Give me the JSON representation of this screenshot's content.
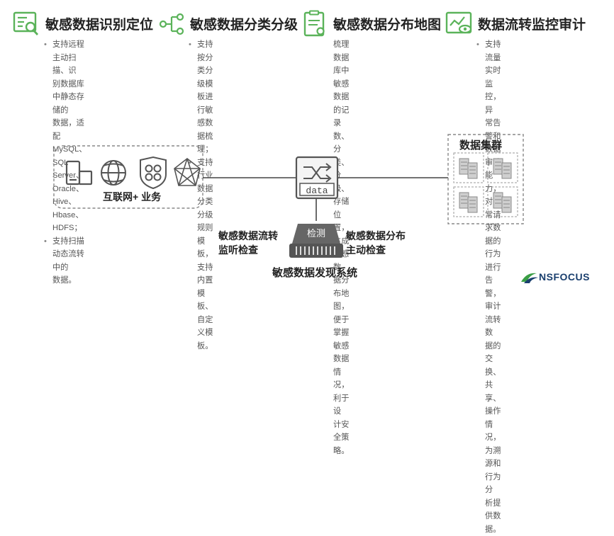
{
  "features": [
    {
      "icon": "sensitive-data-scan-icon",
      "title": "敏感数据识别定位",
      "bullets": [
        "支持远程主动扫描、识\n别数据库中静态存储的\n数据，适配MySQL、\nSQL Server、Oracle、\nHive、Hbase、HDFS；",
        "支持扫描动态流转中的\n数据。"
      ]
    },
    {
      "icon": "classification-tree-icon",
      "title": "敏感数据分类分级",
      "bullets": [
        "支持按分类分级模板进\n行敏感数据梳理；",
        "支持行业数据分类分级\n规则模板，支持内置模\n板、自定义模板。"
      ]
    },
    {
      "icon": "distribution-map-icon",
      "title": "敏感数据分布地图",
      "description": "梳理数据库中敏感数据\n的记录数、分类、分级、\n存储位置，生成敏感数\n据分布地图，便于掌握\n敏感数据情况，利于设\n计安全策略。"
    },
    {
      "icon": "flow-monitor-icon",
      "title": "数据流转监控审计",
      "bullets": [
        "支持流量实时监控，异\n常告警和数据审计能力，\n对异常请求数据的行为\n进行告警，审计流转数\n据的交换、共享、操作\n情况，为溯源和行为分\n析提供数据。"
      ]
    }
  ],
  "diagram": {
    "internet_label": "互联网+ 业务",
    "switch_label": "data",
    "cluster_label": "数据集群",
    "detect_label": "检测",
    "left_label": "敏感数据流转\n监听检查",
    "right_label": "敏感数据分布\n主动检查",
    "system_label": "敏感数据发现系统"
  },
  "brand": {
    "name": "NSFOCUS"
  },
  "colors": {
    "accent": "#5bb35a",
    "line": "#444444",
    "dashed": "#888888",
    "device": "#555555"
  }
}
